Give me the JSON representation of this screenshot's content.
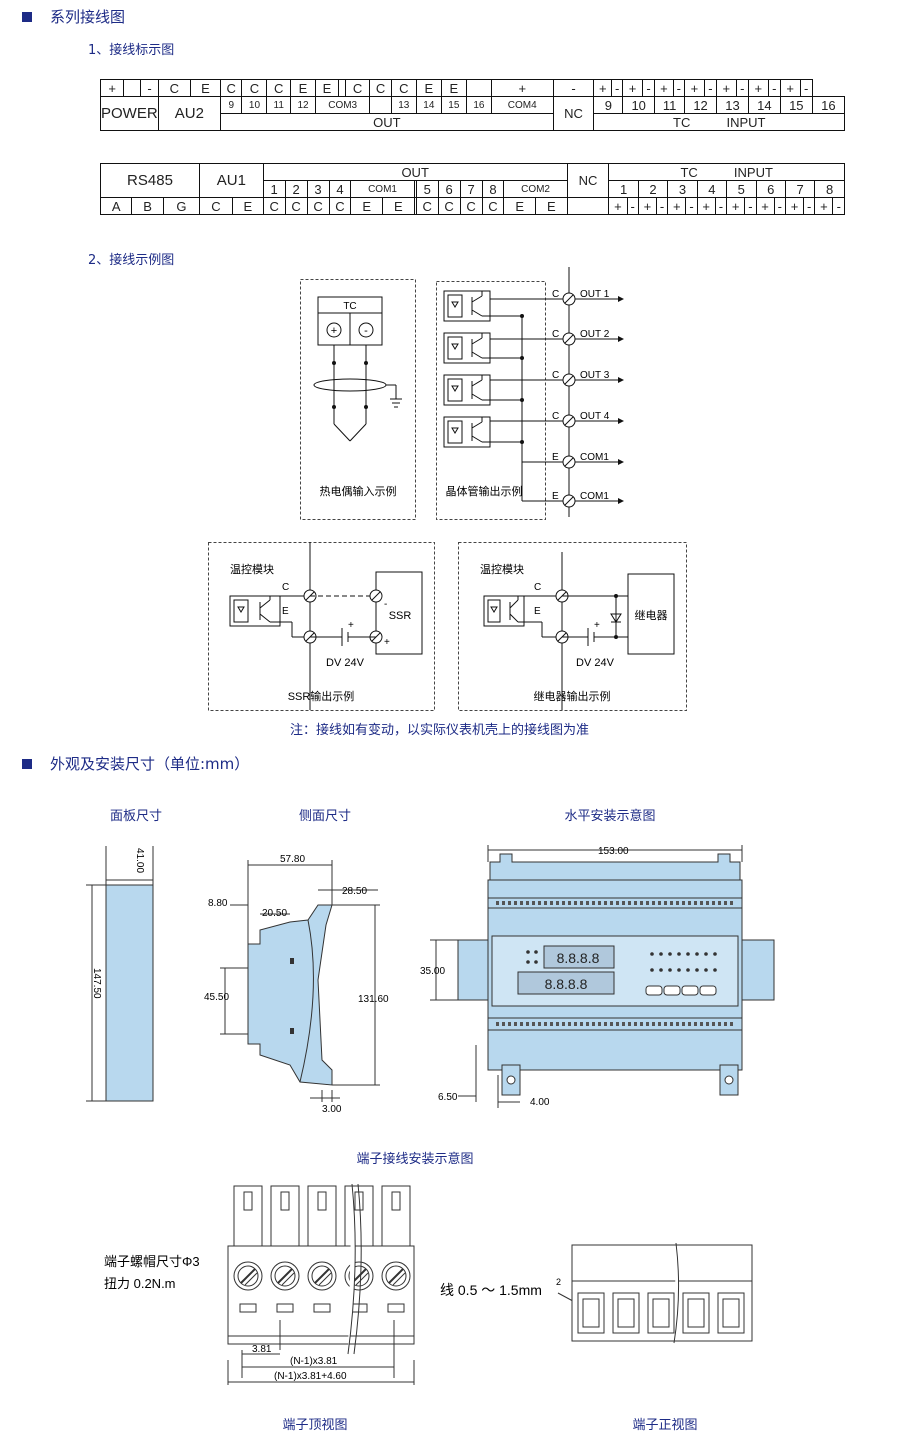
{
  "sections": {
    "wiring": "系列接线图",
    "dimensions": "外观及安装尺寸（单位:mm）"
  },
  "subtitles": {
    "label_diagram": "1、接线标示图",
    "example_diagram": "2、接线示例图"
  },
  "table1": {
    "row1_top": [
      "+",
      "-",
      "C",
      "E",
      "C",
      "C",
      "C",
      "E",
      "E",
      "C",
      "C",
      "C",
      "E",
      "E",
      "+",
      "-",
      "+",
      "-",
      "+",
      "-",
      "+",
      "-",
      "+",
      "-",
      "+",
      "-",
      "+",
      "-",
      "+",
      "-"
    ],
    "power": "POWER",
    "au2": "AU2",
    "nc": "NC",
    "out_nums": [
      "9",
      "10",
      "11",
      "12"
    ],
    "com3": "COM3",
    "out_nums2": [
      "13",
      "14",
      "15",
      "16"
    ],
    "com4": "COM4",
    "tc_nums": [
      "9",
      "10",
      "11",
      "12",
      "13",
      "14",
      "15",
      "16"
    ],
    "out": "OUT",
    "tc": "TC",
    "input": "INPUT"
  },
  "table2": {
    "rs485": "RS485",
    "au1": "AU1",
    "nc": "NC",
    "out": "OUT",
    "tc": "TC",
    "input": "INPUT",
    "out_nums": [
      "1",
      "2",
      "3",
      "4"
    ],
    "com1": "COM1",
    "out_nums2": [
      "5",
      "6",
      "7",
      "8"
    ],
    "com2": "COM2",
    "tc_nums": [
      "1",
      "2",
      "3",
      "4",
      "5",
      "6",
      "7",
      "8"
    ],
    "abg": [
      "A",
      "B",
      "G"
    ],
    "ce": [
      "C",
      "E"
    ],
    "group1": [
      "C",
      "C",
      "C",
      "C",
      "E",
      "E"
    ],
    "group2": [
      "C",
      "C",
      "C",
      "C",
      "E",
      "E"
    ],
    "pm": [
      "+",
      "-"
    ]
  },
  "examples": {
    "tc_label": "TC",
    "thermocouple_caption": "热电偶输入示例",
    "transistor_caption": "晶体管输出示例",
    "rail_labels": [
      "C",
      "C",
      "C",
      "C",
      "E",
      "E"
    ],
    "rail_outputs": [
      "OUT 1",
      "OUT 2",
      "OUT 3",
      "OUT 4",
      "COM1",
      "COM1"
    ],
    "module_label": "温控模块",
    "c": "C",
    "e": "E",
    "ssr": "SSR",
    "dv": "DV 24V",
    "ssr_caption": "SSR输出示例",
    "relay": "继电器",
    "relay_caption": "继电器输出示例",
    "plus": "+",
    "minus": "-"
  },
  "note": "注：接线如有变动，以实际仪表机壳上的接线图为准",
  "dims": {
    "panel_caption": "面板尺寸",
    "side_caption": "侧面尺寸",
    "install_caption": "水平安装示意图",
    "panel_w": "41.00",
    "panel_h": "147.50",
    "side_top": "57.80",
    "side_28": "28.50",
    "side_880": "8.80",
    "side_2050": "20.50",
    "side_4550": "45.50",
    "side_13160": "131.60",
    "side_300": "3.00",
    "inst_w": "153.00",
    "inst_35": "35.00",
    "inst_650": "6.50",
    "inst_400": "4.00",
    "led": "8.8.8.8"
  },
  "terminal": {
    "caption": "端子接线安装示意图",
    "screw": "端子螺帽尺寸Φ3",
    "torque": "扭力 0.2N.m",
    "d1": "3.81",
    "d2": "(N-1)x3.81",
    "d3": "(N-1)x3.81+4.60",
    "top_caption": "端子顶视图",
    "wire": "线 0.5 ～ 1.5mm",
    "sq": "2",
    "front_caption": "端子正视图"
  }
}
